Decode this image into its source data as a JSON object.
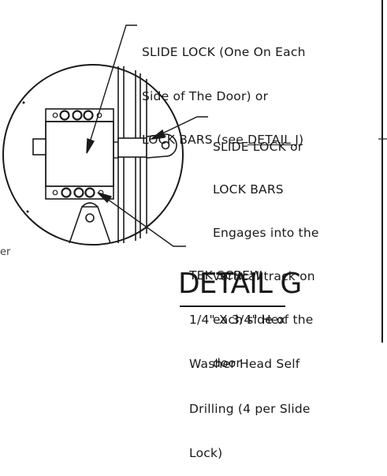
{
  "callouts": {
    "slide_lock": {
      "line1": "SLIDE LOCK (One On Each",
      "line2": "Side of The Door) or",
      "line3_prefix": "LOCK BARS (see ",
      "line3_link": "DETAIL J",
      "line3_suffix": ")"
    },
    "slide_lock_bars": {
      "line1": "SLIDE LOCK or",
      "line2": "LOCK BARS",
      "line3": "Engages into the",
      "line4": "vertical track on",
      "line5": "each side of the",
      "line6": "door"
    },
    "tek_screw": {
      "line1": "TEK SCREW",
      "line2": "1/4\" X 3/4\" Hex",
      "line3": "Washer Head Self",
      "line4": "Drilling (4 per Slide",
      "line5": "Lock)"
    }
  },
  "title": "DETAIL G",
  "fragment_left": "er",
  "colors": {
    "ink": "#1a1a1a",
    "paper": "#ffffff"
  }
}
